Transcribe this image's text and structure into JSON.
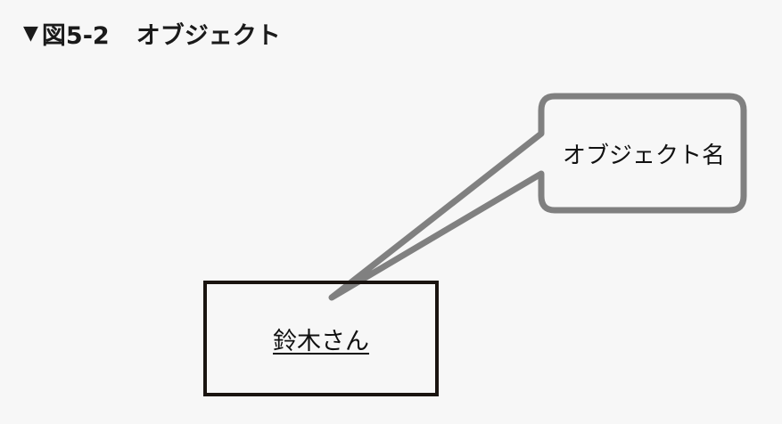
{
  "figure": {
    "marker": "▼",
    "number": "図5-2",
    "title": "オブジェクト"
  },
  "callout": {
    "label": "オブジェクト名"
  },
  "object": {
    "name": "鈴木さん"
  },
  "colors": {
    "callout_stroke": "#808080",
    "box_border": "#1a1410",
    "background": "#f7f7f7"
  }
}
